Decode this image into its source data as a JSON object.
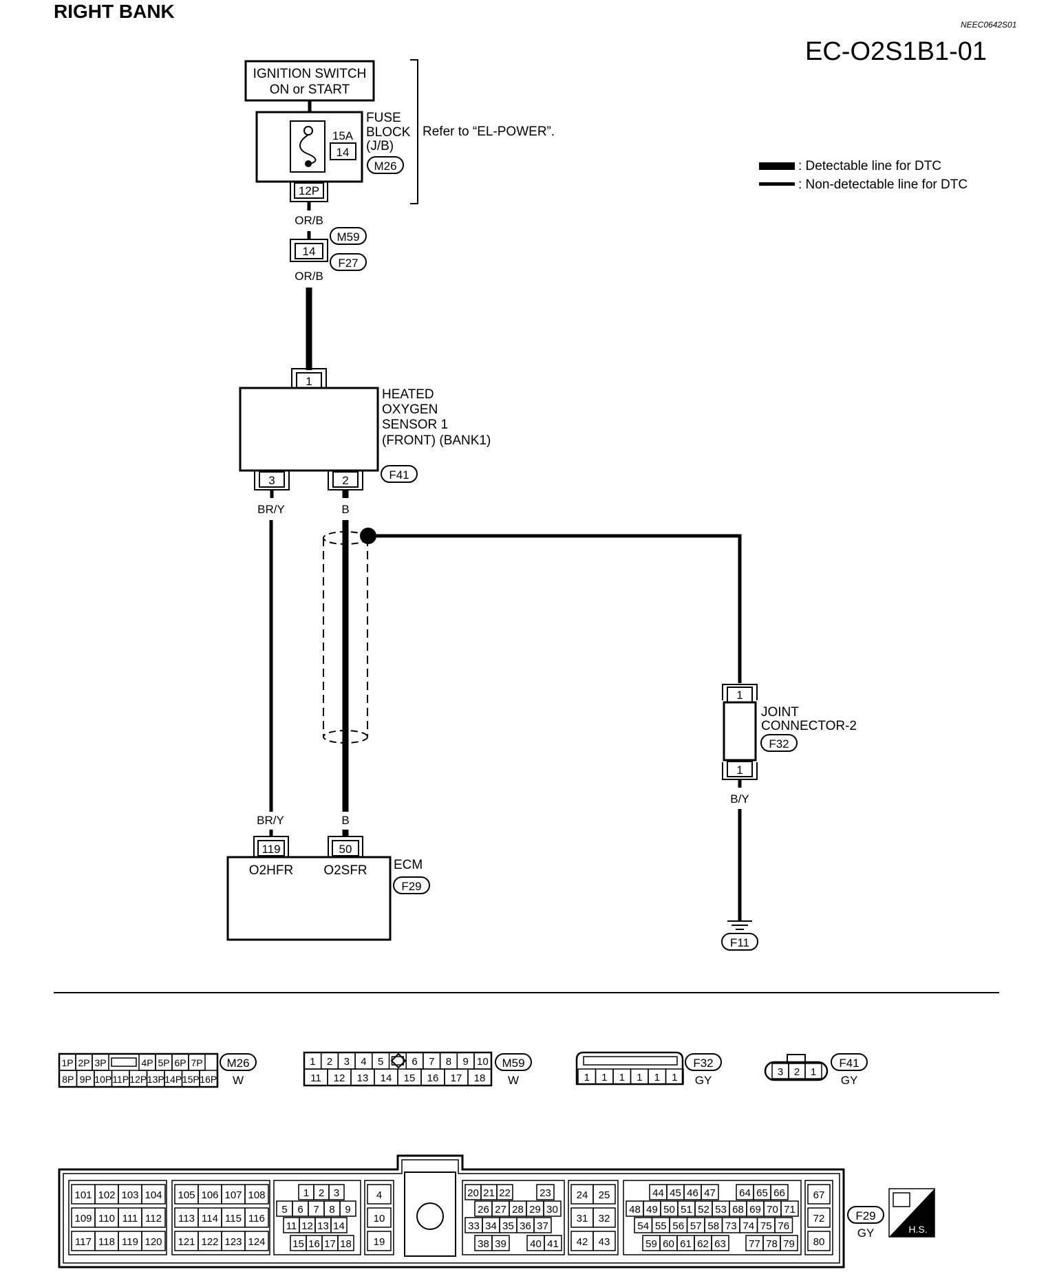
{
  "header": {
    "title": "RIGHT BANK",
    "ref_code": "NEEC0642S01",
    "diagram_code": "EC-O2S1B1-01"
  },
  "legend": {
    "detectable": ": Detectable line for DTC",
    "non_detectable": ": Non-detectable line for DTC"
  },
  "ignition": {
    "line1": "IGNITION SWITCH",
    "line2": "ON or START"
  },
  "fuse": {
    "rating": "15A",
    "number": "14",
    "label1": "FUSE",
    "label2": "BLOCK",
    "label3": "(J/B)",
    "connector": "M26",
    "terminal": "12P",
    "refer": "Refer to “EL-POWER”."
  },
  "wires": {
    "orb_top": "OR/B",
    "orb_bottom": "OR/B",
    "bry_top": "BR/Y",
    "b_top": "B",
    "bry_bottom": "BR/Y",
    "b_bottom": "B",
    "by": "B/Y"
  },
  "harness_connector": {
    "pin": "14",
    "conn_a": "M59",
    "conn_b": "F27"
  },
  "sensor": {
    "line1": "HEATED",
    "line2": "OXYGEN",
    "line3": "SENSOR 1",
    "line4": "(FRONT) (BANK1)",
    "pin_top": "1",
    "pin_left": "3",
    "pin_right": "2",
    "connector": "F41"
  },
  "joint": {
    "line1": "JOINT",
    "line2": "CONNECTOR-2",
    "connector": "F32",
    "pin_top": "1",
    "pin_bottom": "1",
    "ground": "F11"
  },
  "ecm": {
    "label": "ECM",
    "connector": "F29",
    "pin_left": "119",
    "pin_right": "50",
    "term_left": "O2HFR",
    "term_right": "O2SFR"
  },
  "connector_views": {
    "m26": {
      "name": "M26",
      "color": "W",
      "row1": [
        "1P",
        "2P",
        "3P",
        "",
        "4P",
        "5P",
        "6P",
        "7P"
      ],
      "row2": [
        "8P",
        "9P",
        "10P",
        "11P",
        "12P",
        "13P",
        "14P",
        "15P",
        "16P"
      ]
    },
    "m59": {
      "name": "M59",
      "color": "W",
      "row1": [
        "1",
        "2",
        "3",
        "4",
        "5",
        "",
        "6",
        "7",
        "8",
        "9",
        "10"
      ],
      "row2": [
        "11",
        "12",
        "13",
        "14",
        "15",
        "16",
        "17",
        "18"
      ]
    },
    "f32": {
      "name": "F32",
      "color": "GY",
      "row": [
        "1",
        "1",
        "1",
        "1",
        "1",
        "1"
      ]
    },
    "f41": {
      "name": "F41",
      "color": "GY",
      "row": [
        "3",
        "2",
        "1"
      ]
    },
    "f29": {
      "name": "F29",
      "color": "GY",
      "hs": "H.S.",
      "g1": [
        [
          "101",
          "102",
          "103",
          "104"
        ],
        [
          "109",
          "110",
          "111",
          "112"
        ],
        [
          "117",
          "118",
          "119",
          "120"
        ]
      ],
      "g2": [
        [
          "105",
          "106",
          "107",
          "108"
        ],
        [
          "113",
          "114",
          "115",
          "116"
        ],
        [
          "121",
          "122",
          "123",
          "124"
        ]
      ],
      "g3a": [
        "1",
        "2",
        "3"
      ],
      "g3b": [
        "5",
        "6",
        "7",
        "8",
        "9"
      ],
      "g3c": [
        "11",
        "12",
        "13",
        "14"
      ],
      "g3d": [
        "15",
        "16",
        "17",
        "18"
      ],
      "g4": [
        "4",
        "10",
        "19"
      ],
      "g5a": [
        "20",
        "21",
        "22",
        "23"
      ],
      "g5b": [
        "26",
        "27",
        "28",
        "29",
        "30"
      ],
      "g5c": [
        "33",
        "34",
        "35",
        "36",
        "37"
      ],
      "g5d": [
        "38",
        "39",
        "40",
        "41"
      ],
      "g6": [
        [
          "24",
          "25"
        ],
        [
          "31",
          "32"
        ],
        [
          "42",
          "43"
        ]
      ],
      "g7a": [
        "44",
        "45",
        "46",
        "47",
        "64",
        "65",
        "66"
      ],
      "g7b": [
        "48",
        "49",
        "50",
        "51",
        "52",
        "53",
        "68",
        "69",
        "70",
        "71"
      ],
      "g7c": [
        "54",
        "55",
        "56",
        "57",
        "58",
        "73",
        "74",
        "75",
        "76"
      ],
      "g7d": [
        "59",
        "60",
        "61",
        "62",
        "63",
        "77",
        "78",
        "79"
      ],
      "g8": [
        "67",
        "72",
        "80"
      ]
    }
  }
}
